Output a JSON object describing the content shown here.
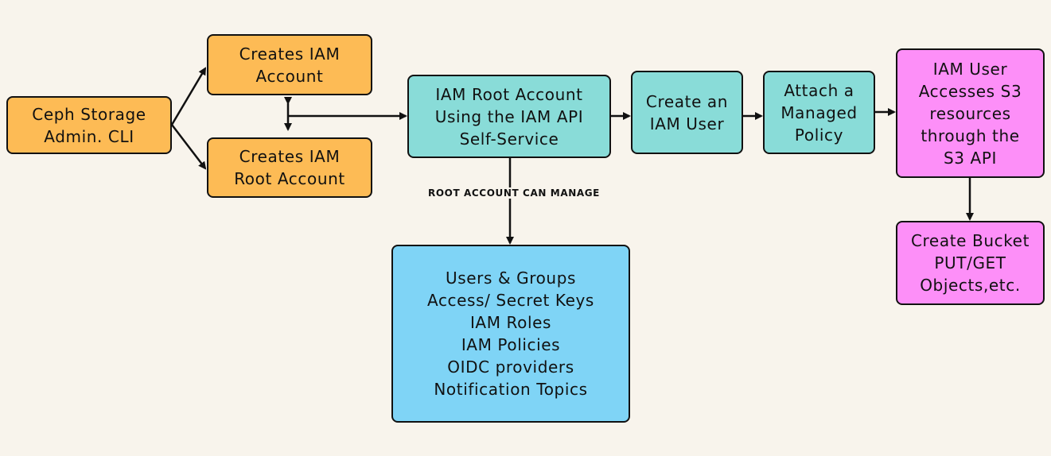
{
  "nodes": {
    "ceph_cli": {
      "lines": [
        "Ceph Storage",
        "Admin. CLI"
      ],
      "color": "#fdbb55"
    },
    "creates_iam_account": {
      "lines": [
        "Creates IAM",
        "Account"
      ],
      "color": "#fdbb55"
    },
    "creates_root_account": {
      "lines": [
        "Creates IAM",
        "Root Account"
      ],
      "color": "#fdbb55"
    },
    "root_api": {
      "lines": [
        "IAM Root Account",
        "Using the IAM API",
        "Self-Service"
      ],
      "color": "#89dcd8"
    },
    "create_user": {
      "lines": [
        "Create an",
        "IAM User"
      ],
      "color": "#89dcd8"
    },
    "attach_policy": {
      "lines": [
        "Attach a",
        "Managed",
        "Policy"
      ],
      "color": "#89dcd8"
    },
    "user_s3": {
      "lines": [
        "IAM User",
        "Accesses S3",
        "resources",
        "through the",
        "S3 API"
      ],
      "color": "#fd8ff8"
    },
    "create_bucket": {
      "lines": [
        "Create Bucket",
        "PUT/GET",
        "Objects,etc."
      ],
      "color": "#fd8ff8"
    },
    "manage_list": {
      "lines": [
        "Users & Groups",
        "Access/ Secret Keys",
        "IAM Roles",
        "IAM Policies",
        "OIDC providers",
        "Notification Topics"
      ],
      "color": "#7fd4f6"
    }
  },
  "edge_label": "ROOT ACCOUNT CAN MANAGE"
}
